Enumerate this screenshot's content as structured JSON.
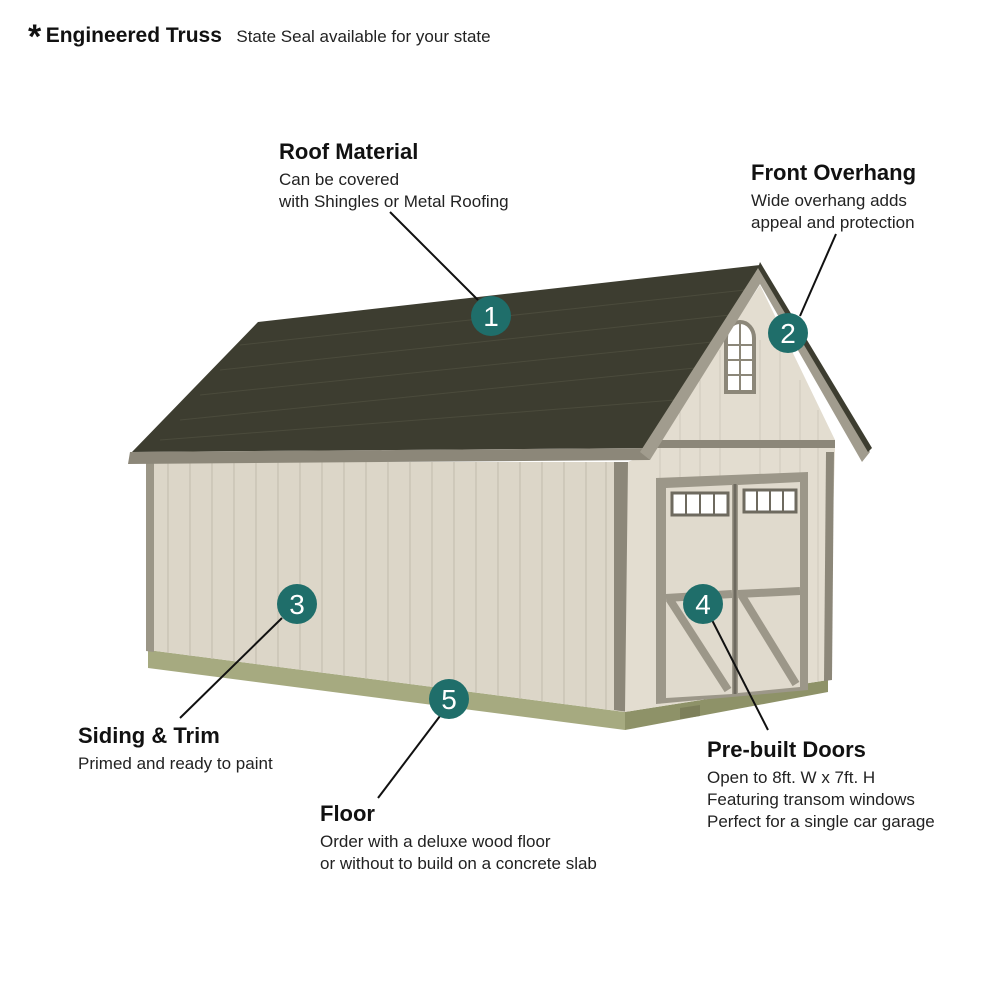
{
  "header": {
    "asterisk": "*",
    "title": "Engineered Truss",
    "subtitle": "State Seal available for your state"
  },
  "callouts": [
    {
      "number": "1",
      "title": "Roof Material",
      "lines": [
        "Can be covered",
        "with Shingles or Metal Roofing"
      ]
    },
    {
      "number": "2",
      "title": "Front Overhang",
      "lines": [
        "Wide overhang adds",
        "appeal and protection"
      ]
    },
    {
      "number": "3",
      "title": "Siding & Trim",
      "lines": [
        "Primed and ready to paint"
      ]
    },
    {
      "number": "4",
      "title": "Pre-built Doors",
      "lines": [
        "Open to 8ft. W x 7ft. H",
        "Featuring transom windows",
        "Perfect for a single car garage"
      ]
    },
    {
      "number": "5",
      "title": "Floor",
      "lines": [
        "Order with a deluxe wood floor",
        "or without to build on a concrete slab"
      ]
    }
  ],
  "colors": {
    "marker": "#1f6e6a",
    "roof": "#3d3d30",
    "siding": "#dcd6c8",
    "trim": "#8c8779",
    "floor_base": "#a6aa80"
  }
}
